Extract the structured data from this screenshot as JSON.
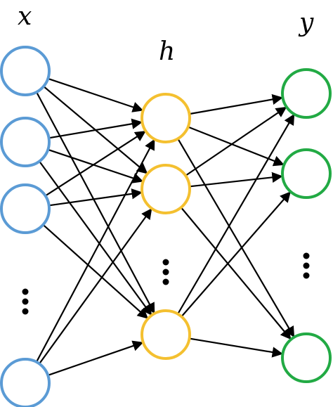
{
  "layers": {
    "input": {
      "label": "x",
      "color": "#5b9bd5"
    },
    "hidden": {
      "label": "h",
      "color": "#f4c030"
    },
    "output": {
      "label": "y",
      "color": "#22aa44"
    }
  },
  "edge_color": "#000000"
}
